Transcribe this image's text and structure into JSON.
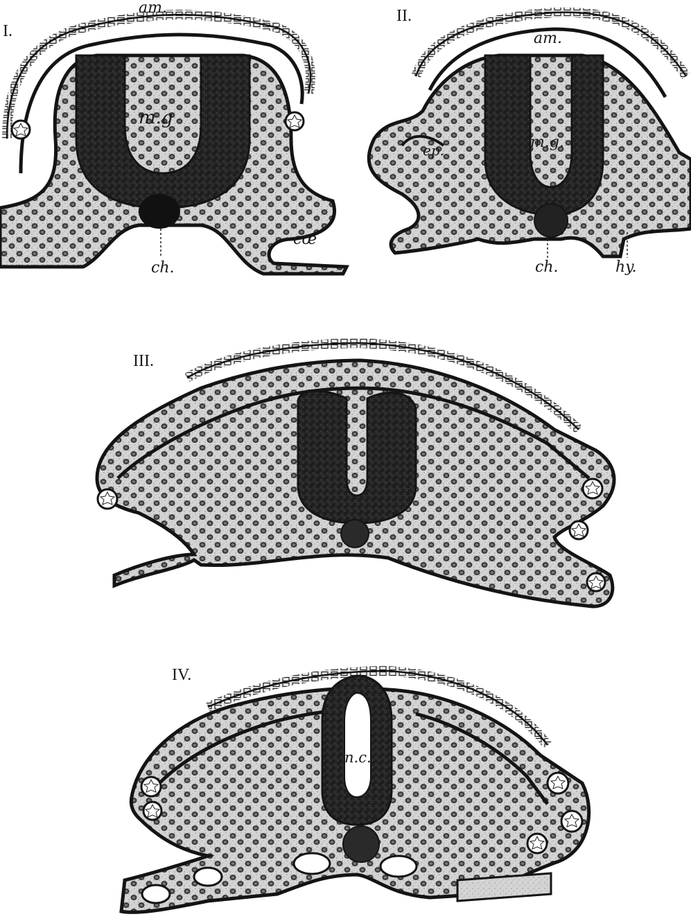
{
  "figures": [
    {
      "numeral": "I.",
      "labels": [
        "am.",
        "m.g",
        "ch.",
        "cœ"
      ]
    },
    {
      "numeral": "II.",
      "labels": [
        "am.",
        "ep.",
        "m.g.",
        "ch.",
        "hy."
      ]
    },
    {
      "numeral": "III.",
      "labels": []
    },
    {
      "numeral": "IV.",
      "labels": [
        "n.c."
      ]
    }
  ],
  "colors": {
    "ink": "#141414",
    "tissue": "#c9c9c9",
    "background": "#ffffff"
  }
}
